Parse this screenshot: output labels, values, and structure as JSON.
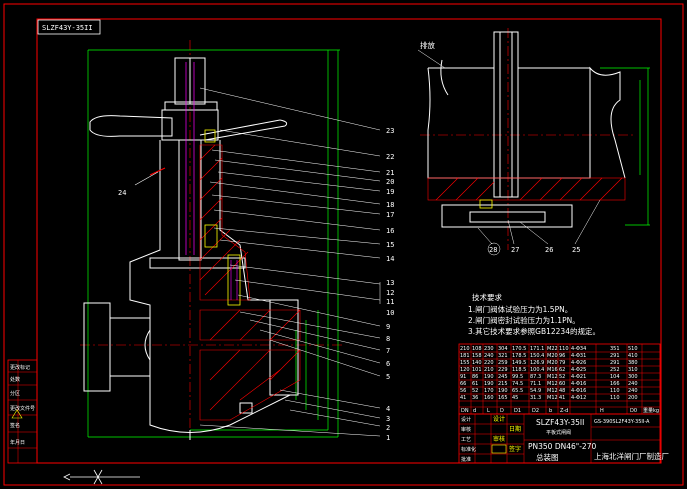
{
  "drawing": {
    "title_tag": "SLZF43Y-35II",
    "colors": {
      "background": "#000000",
      "frame": "#ff0000",
      "outline": "#ffffff",
      "dimension": "#00ff00",
      "leader": "#ffffff",
      "centerline": "#ff0000",
      "hatch": "#ff0000",
      "highlight": "#ffff00",
      "thread": "#ff00ff",
      "table_line": "#ff0000"
    },
    "left_part_labels": [
      "23",
      "22",
      "21",
      "20",
      "19",
      "18",
      "17",
      "16",
      "15",
      "14",
      "13",
      "12",
      "11",
      "10",
      "9",
      "8",
      "7",
      "6",
      "5",
      "4",
      "3",
      "2",
      "1"
    ],
    "part_24": "24",
    "detail_label": "排放",
    "detail_part_labels": [
      "28",
      "27",
      "26",
      "25"
    ],
    "notes": {
      "title": "技术要求",
      "items": [
        "1.闸门阀体试验压力为1.5PN。",
        "2.闸门阀密封试验压力为1.1PN。",
        "3.其它技术要求参照GB12234的规定。"
      ]
    },
    "spec_table": {
      "rows": [
        [
          "210",
          "108",
          "230",
          "304",
          "170.5",
          "171.1",
          "M22",
          "110",
          "4-Φ34",
          "",
          "351",
          "510",
          ""
        ],
        [
          "181",
          "158",
          "240",
          "321",
          "178.5",
          "150.4",
          "M20",
          "96",
          "4-Φ31",
          "",
          "291",
          "410",
          ""
        ],
        [
          "155",
          "140",
          "220",
          "259",
          "149.5",
          "126.9",
          "M20",
          "79",
          "4-Φ26",
          "",
          "291",
          "380",
          ""
        ],
        [
          "120",
          "101",
          "210",
          "229",
          "118.5",
          "100.4",
          "M16",
          "62",
          "4-Φ25",
          "",
          "252",
          "310",
          ""
        ],
        [
          "91",
          "86",
          "190",
          "245",
          "99.5",
          "87.3",
          "M12",
          "52",
          "4-Φ21",
          "",
          "104",
          "300",
          ""
        ],
        [
          "66",
          "61",
          "190",
          "215",
          "74.5",
          "71.1",
          "M12",
          "60",
          "4-Φ16",
          "",
          "166",
          "240",
          ""
        ],
        [
          "56",
          "52",
          "170",
          "190",
          "65.5",
          "54.9",
          "M12",
          "48",
          "4-Φ16",
          "",
          "110",
          "240",
          ""
        ],
        [
          "41",
          "36",
          "160",
          "165",
          "45",
          "31.3",
          "M12",
          "41",
          "4-Φ12",
          "",
          "110",
          "200",
          ""
        ]
      ],
      "header": [
        "DN",
        "d",
        "L",
        "D",
        "D1",
        "D2",
        "b",
        "Z-d",
        "",
        "H",
        "D0",
        "重量kg"
      ]
    },
    "title_block": {
      "model": "SLZF43Y-35II",
      "name": "平板式闸阀",
      "rating": "PN350  DN46\"-270",
      "drawing_no": "GS-390SL2F43Y-35II-A",
      "sheet": "总装图",
      "company": "上海北洋闸门厂制造厂",
      "side_labels": [
        "设计",
        "审核",
        "工艺",
        "标准化",
        "批准"
      ],
      "mini_labels": [
        "设计",
        "审核",
        "日期",
        "签字"
      ]
    },
    "left_strip": {
      "labels": [
        "更改标记",
        "处数",
        "分区",
        "更改文件号",
        "签名",
        "年月日"
      ]
    }
  }
}
